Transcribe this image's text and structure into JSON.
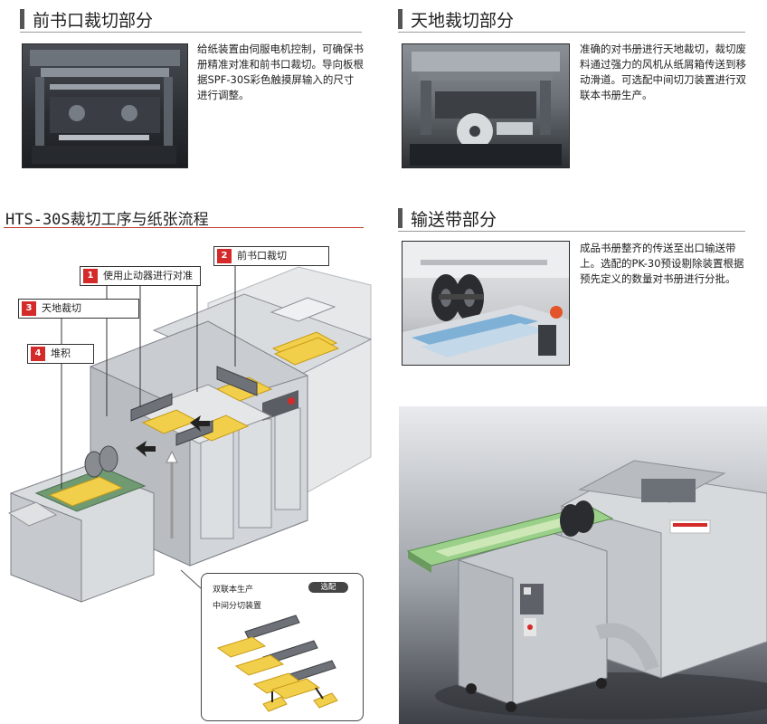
{
  "sections": {
    "front_trim": {
      "title": "前书口裁切部分",
      "text": "给纸装置由伺服电机控制，可确保书册精准对准和前书口裁切。导向板根据SPF-30S彩色触摸屏输入的尺寸进行调整。"
    },
    "head_foot_trim": {
      "title": "天地裁切部分",
      "text": "准确的对书册进行天地裁切，裁切废料通过强力的风机从纸屑箱传送到移动滑道。可选配中间切刀装置进行双联本书册生产。"
    },
    "conveyor": {
      "title": "输送带部分",
      "text": "成品书册整齐的传送至出口输送带上。选配的PK-30预设剔除装置根据预先定义的数量对书册进行分批。"
    }
  },
  "flow": {
    "title": "HTS-30S裁切工序与纸张流程",
    "steps": [
      {
        "num": "1",
        "label": "使用止动器进行对准"
      },
      {
        "num": "2",
        "label": "前书口裁切"
      },
      {
        "num": "3",
        "label": "天地裁切"
      },
      {
        "num": "4",
        "label": "堆积"
      }
    ],
    "inset": {
      "title": "双联本生产",
      "subtitle": "中间分切装置",
      "badge": "选配"
    }
  },
  "colors": {
    "accent_red": "#d42a2a",
    "rule_red": "#c0392b",
    "paper_yellow": "#f2cf4a",
    "machine_gray": "#c9ccd0"
  }
}
